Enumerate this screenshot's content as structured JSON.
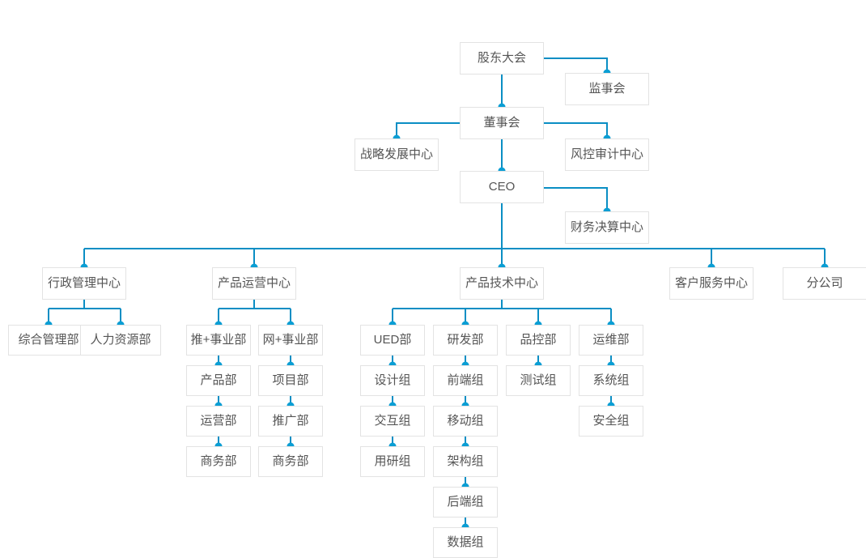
{
  "diagram": {
    "type": "organization-chart",
    "title": "",
    "colors": {
      "connector": "#0a8ec4",
      "node_marker": "#0a9ed4",
      "node_border": "#e3e3e3",
      "node_text": "#555555",
      "background": "#ffffff"
    },
    "nodes": {
      "shareholders_meeting": "股东大会",
      "supervisory_board": "监事会",
      "board_of_directors": "董事会",
      "strategy_development_center": "战略发展中心",
      "risk_audit_center": "风控审计中心",
      "ceo": "CEO",
      "finance_settlement_center": "财务决算中心",
      "admin_management_center": "行政管理中心",
      "general_management_dept": "综合管理部",
      "human_resources_dept": "人力资源部",
      "product_operation_center": "产品运营中心",
      "tui_business_unit": "推+事业部",
      "wang_business_unit": "网+事业部",
      "product_dept": "产品部",
      "project_dept": "项目部",
      "operation_dept": "运营部",
      "promotion_dept": "推广部",
      "business_dept_left": "商务部",
      "business_dept_right": "商务部",
      "product_tech_center": "产品技术中心",
      "ued_dept": "UED部",
      "rd_dept": "研发部",
      "qa_dept": "品控部",
      "ops_dept": "运维部",
      "design_group": "设计组",
      "frontend_group": "前端组",
      "test_group": "测试组",
      "system_group": "系统组",
      "interaction_group": "交互组",
      "mobile_group": "移动组",
      "security_group": "安全组",
      "user_research_group": "用研组",
      "architecture_group": "架构组",
      "backend_group": "后端组",
      "data_group": "数据组",
      "customer_service_center": "客户服务中心",
      "branch_company": "分公司"
    }
  }
}
